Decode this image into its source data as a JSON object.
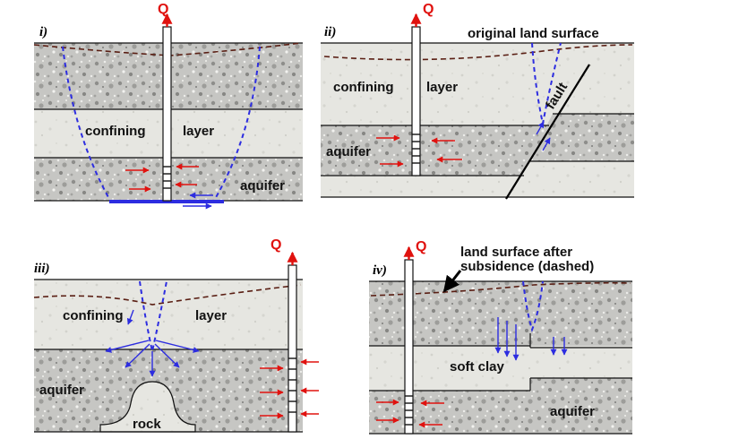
{
  "panels": [
    {
      "id": "i",
      "label": "i)",
      "flow_label": "Q",
      "text_confining": "confining",
      "text_layer": "layer",
      "text_aquifer": "aquifer"
    },
    {
      "id": "ii",
      "label": "ii)",
      "flow_label": "Q",
      "text_original": "original land surface",
      "text_confining": "confining",
      "text_layer": "layer",
      "text_aquifer": "aquifer",
      "text_fault": "fault"
    },
    {
      "id": "iii",
      "label": "iii)",
      "flow_label": "Q",
      "text_confining": "confining",
      "text_layer": "layer",
      "text_aquifer": "aquifer",
      "text_rock": "rock"
    },
    {
      "id": "iv",
      "label": "iv)",
      "flow_label": "Q",
      "text_subsidence_1": "land surface after",
      "text_subsidence_2": "subsidence (dashed)",
      "text_soft_clay": "soft clay",
      "text_aquifer": "aquifer"
    }
  ],
  "colors": {
    "gravel_bg": "#c9c9c7",
    "clay_bg": "#e6e6e1",
    "flow_arrow": "#e0120f",
    "drawdown": "#2d2de0",
    "land_surface_dashed": "#5a1f14",
    "outline": "#111111"
  }
}
